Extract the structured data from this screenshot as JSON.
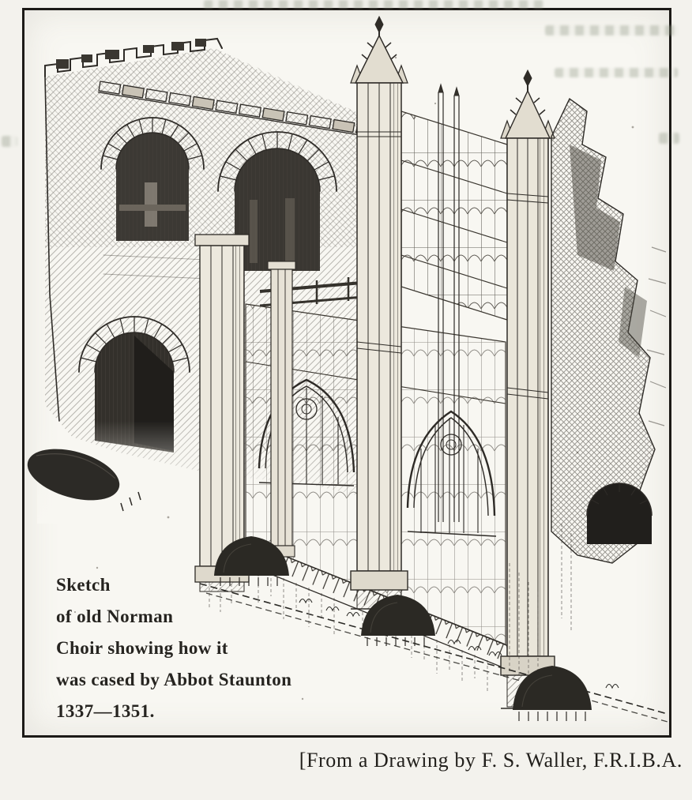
{
  "figure": {
    "caption_lines": [
      "Sketch",
      "of old Norman",
      "Choir showing how it",
      "was cased by Abbot Staunton",
      "1337—1351."
    ],
    "attribution": "[From a Drawing by F. S. Waller, F.R.I.B.A."
  },
  "colors": {
    "paper": "#f3f2ed",
    "plate_paper": "#f8f7f2",
    "ink": "#262420",
    "frame": "#1c1a17",
    "bleedthrough": "#8c9582"
  }
}
